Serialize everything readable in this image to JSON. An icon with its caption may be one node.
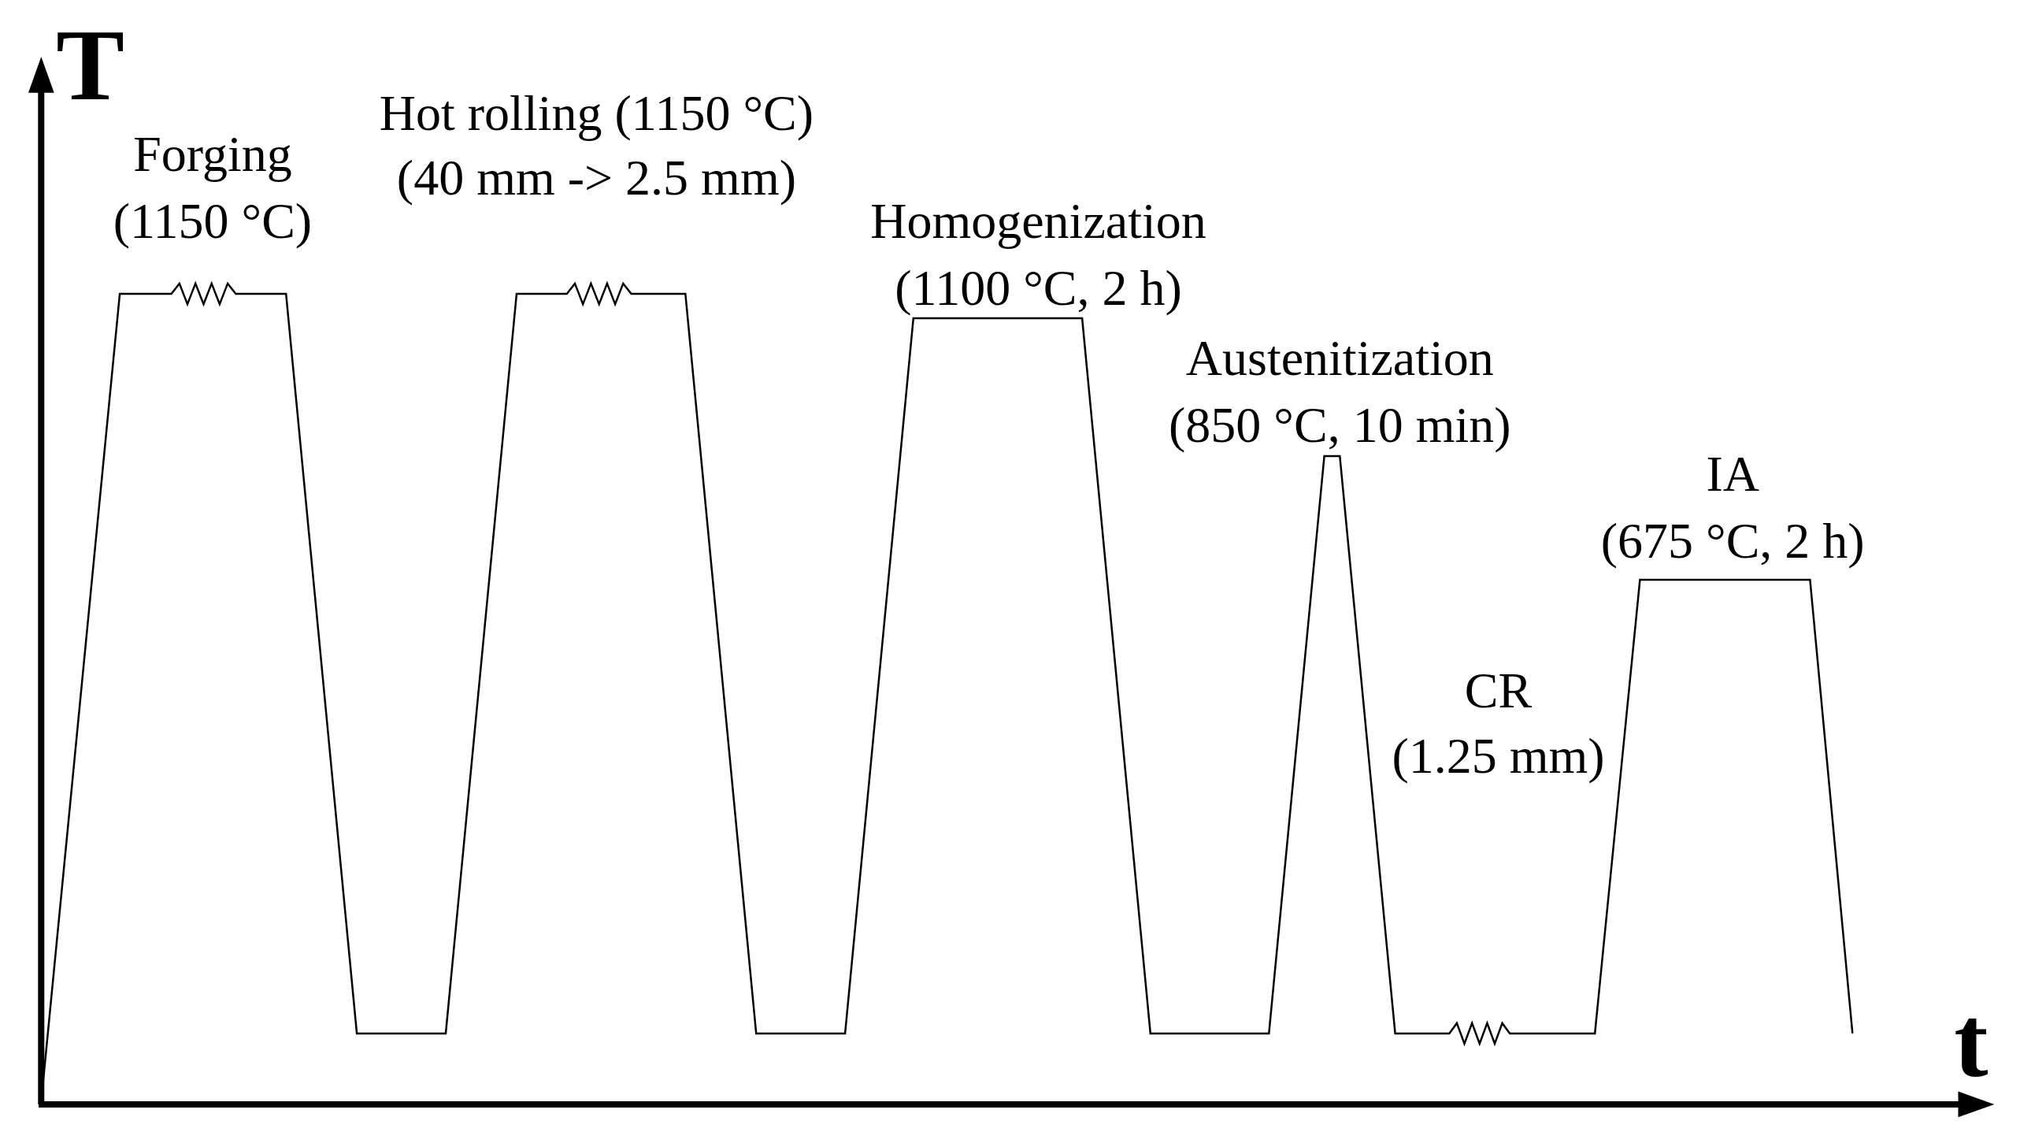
{
  "diagram": {
    "labels": [
      "T",
      "Forging",
      "(1150 °C)",
      "Hot rolling (1150 °C)",
      "(40 mm -> 2.5 mm)",
      "Homogenization",
      "(1100 °C, 2 h)",
      "Austenitization",
      "(850 °C, 10 min)",
      "CR",
      "(1.25 mm)",
      "IA",
      "(675 °C, 2 h)",
      "t"
    ]
  }
}
